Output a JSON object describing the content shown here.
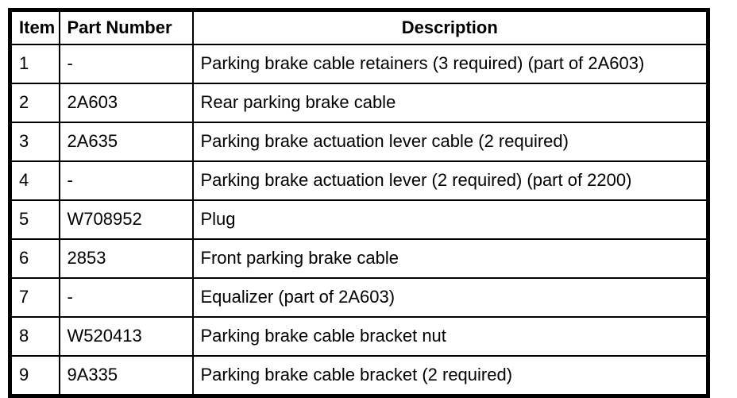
{
  "table": {
    "columns": [
      {
        "label": "Item"
      },
      {
        "label": "Part Number"
      },
      {
        "label": "Description"
      }
    ],
    "rows": [
      {
        "item": "1",
        "part_number": "-",
        "description": "Parking brake cable retainers (3 required) (part of 2A603)"
      },
      {
        "item": "2",
        "part_number": "2A603",
        "description": "Rear parking brake cable"
      },
      {
        "item": "3",
        "part_number": "2A635",
        "description": "Parking brake actuation lever cable (2 required)"
      },
      {
        "item": "4",
        "part_number": "-",
        "description": "Parking brake actuation lever (2 required) (part of 2200)"
      },
      {
        "item": "5",
        "part_number": "W708952",
        "description": "Plug"
      },
      {
        "item": "6",
        "part_number": "2853",
        "description": "Front parking brake cable"
      },
      {
        "item": "7",
        "part_number": "-",
        "description": "Equalizer (part of 2A603)"
      },
      {
        "item": "8",
        "part_number": "W520413",
        "description": "Parking brake cable bracket nut"
      },
      {
        "item": "9",
        "part_number": "9A335",
        "description": "Parking brake cable bracket (2 required)"
      }
    ]
  }
}
